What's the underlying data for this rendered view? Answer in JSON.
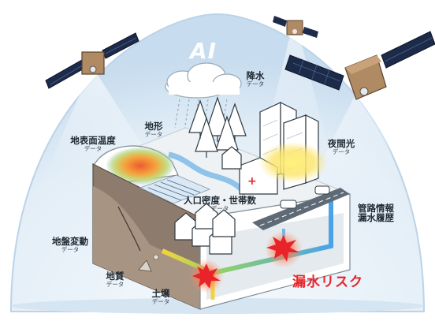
{
  "ai_label": "AI",
  "labels": {
    "rainfall": {
      "main": "降水",
      "sub": "データ"
    },
    "terrain": {
      "main": "地形",
      "sub": "データ"
    },
    "surface_temp": {
      "main": "地表面温度",
      "sub": "データ"
    },
    "night_light": {
      "main": "夜間光",
      "sub": "データ"
    },
    "population": {
      "main": "人口密度・世帯数",
      "sub": "データ"
    },
    "pipe_info": {
      "main": "管路情報",
      "main2": "漏水履歴"
    },
    "ground_movement": {
      "main": "地盤変動",
      "sub": "データ"
    },
    "geology": {
      "main": "地質",
      "sub": "データ"
    },
    "soil": {
      "main": "土壌",
      "sub": "データ"
    }
  },
  "leak_risk": "漏水リスク",
  "colors": {
    "dome": "#dbe9f5",
    "leak_red": "#e8242a",
    "pipe_blue": "#5aa9e6",
    "heat_orange": "#f08a3c",
    "satellite_panel": "#1d2b4a",
    "satellite_body": "#b08a63"
  },
  "icons": {
    "satellites": [
      "satellite-left",
      "satellite-top",
      "satellite-right"
    ],
    "leak_markers": [
      "leak-burst-1",
      "leak-burst-2"
    ]
  }
}
